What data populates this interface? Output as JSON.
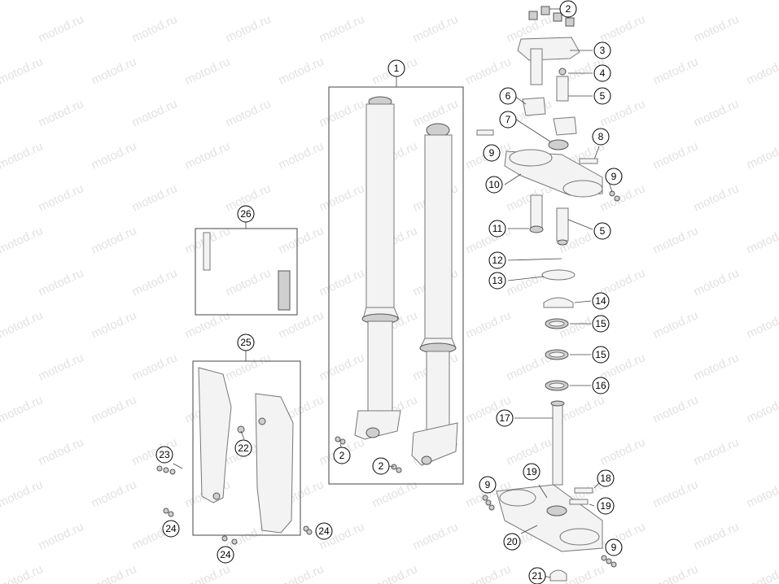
{
  "watermark_text": "motod.ru",
  "callouts": [
    {
      "id": "c2-top",
      "label": "2"
    },
    {
      "id": "c3",
      "label": "3"
    },
    {
      "id": "c4",
      "label": "4"
    },
    {
      "id": "c5-a",
      "label": "5"
    },
    {
      "id": "c6",
      "label": "6"
    },
    {
      "id": "c7",
      "label": "7"
    },
    {
      "id": "c8",
      "label": "8"
    },
    {
      "id": "c9-a",
      "label": "9"
    },
    {
      "id": "c9-b",
      "label": "9"
    },
    {
      "id": "c10",
      "label": "10"
    },
    {
      "id": "c5-b",
      "label": "5"
    },
    {
      "id": "c11",
      "label": "11"
    },
    {
      "id": "c12",
      "label": "12"
    },
    {
      "id": "c13",
      "label": "13"
    },
    {
      "id": "c14",
      "label": "14"
    },
    {
      "id": "c15-a",
      "label": "15"
    },
    {
      "id": "c15-b",
      "label": "15"
    },
    {
      "id": "c16",
      "label": "16"
    },
    {
      "id": "c17",
      "label": "17"
    },
    {
      "id": "c18",
      "label": "18"
    },
    {
      "id": "c19-a",
      "label": "19"
    },
    {
      "id": "c19-b",
      "label": "19"
    },
    {
      "id": "c9-c",
      "label": "9"
    },
    {
      "id": "c20",
      "label": "20"
    },
    {
      "id": "c9-d",
      "label": "9"
    },
    {
      "id": "c21",
      "label": "21"
    },
    {
      "id": "c1",
      "label": "1"
    },
    {
      "id": "c2-a",
      "label": "2"
    },
    {
      "id": "c2-b",
      "label": "2"
    },
    {
      "id": "c26",
      "label": "26"
    },
    {
      "id": "c25",
      "label": "25"
    },
    {
      "id": "c22",
      "label": "22"
    },
    {
      "id": "c23",
      "label": "23"
    },
    {
      "id": "c24-a",
      "label": "24"
    },
    {
      "id": "c24-b",
      "label": "24"
    },
    {
      "id": "c24-c",
      "label": "24"
    }
  ]
}
